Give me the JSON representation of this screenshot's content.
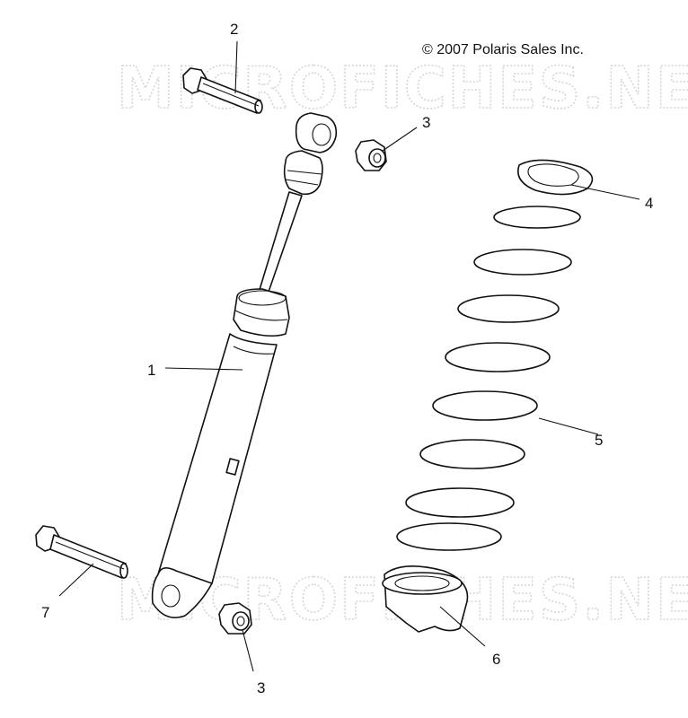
{
  "copyright": "© 2007 Polaris Sales Inc.",
  "watermark": "MICROFICHES.NET",
  "callouts": {
    "shock": "1",
    "upper_bolt": "2",
    "upper_nut": "3",
    "upper_retainer": "4",
    "spring": "5",
    "lower_retainer": "6",
    "lower_bolt": "7",
    "lower_nut": "3"
  }
}
